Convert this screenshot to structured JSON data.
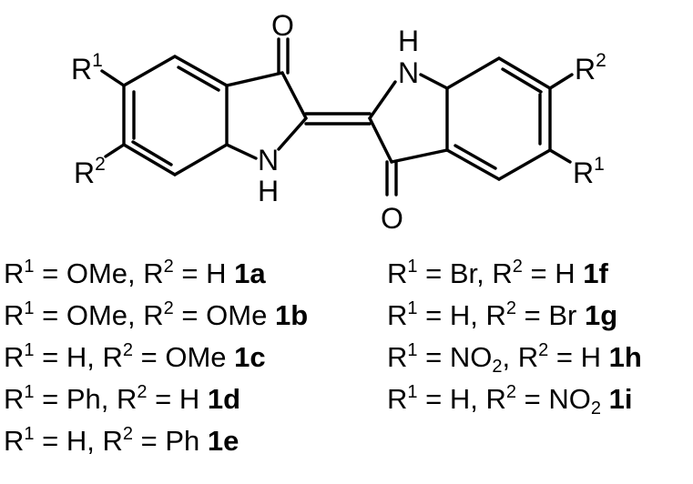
{
  "structure": {
    "atoms": {
      "r1_left": {
        "base": "R",
        "sup": "1"
      },
      "r2_left": {
        "base": "R",
        "sup": "2"
      },
      "o_top": "O",
      "nh_left_n": "N",
      "nh_left_h": "H",
      "nh_right_h": "H",
      "nh_right_n": "N",
      "o_bottom": "O",
      "r2_right": {
        "base": "R",
        "sup": "2"
      },
      "r1_right": {
        "base": "R",
        "sup": "1"
      }
    }
  },
  "compounds": {
    "left": [
      {
        "r1": "OMe",
        "r2": "H",
        "id": "1a"
      },
      {
        "r1": "OMe",
        "r2": "OMe",
        "id": "1b"
      },
      {
        "r1": "H",
        "r2": "OMe",
        "id": "1c"
      },
      {
        "r1": "Ph",
        "r2": "H",
        "id": "1d"
      },
      {
        "r1": "H",
        "r2": "Ph",
        "id": "1e"
      }
    ],
    "right": [
      {
        "r1": "Br",
        "r2": "H",
        "id": "1f"
      },
      {
        "r1": "H",
        "r2": "Br",
        "id": "1g"
      },
      {
        "r1": "NO",
        "r1_sub": "2",
        "r2": "H",
        "id": "1h"
      },
      {
        "r1": "H",
        "r2": "NO",
        "r2_sub": "2",
        "id": "1i"
      }
    ]
  },
  "labels": {
    "r_symbol": "R",
    "sup_1": "1",
    "sup_2": "2",
    "equals": " = ",
    "separator": ", "
  }
}
